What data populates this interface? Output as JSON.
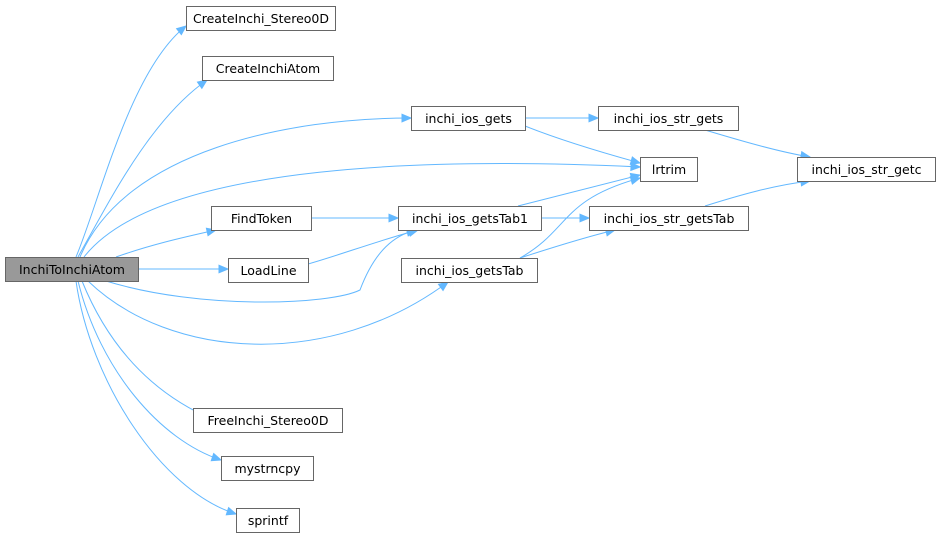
{
  "graph": {
    "edge_color": "#63b8ff",
    "root_fill": "#999999",
    "node_fill": "#ffffff",
    "node_border": "#666666",
    "nodes": [
      {
        "id": "root",
        "label": "InchiToInchiAtom",
        "root": true
      },
      {
        "id": "cis0d",
        "label": "CreateInchi_Stereo0D"
      },
      {
        "id": "cia",
        "label": "CreateInchiAtom"
      },
      {
        "id": "iig",
        "label": "inchi_ios_gets"
      },
      {
        "id": "iisg",
        "label": "inchi_ios_str_gets"
      },
      {
        "id": "lrt",
        "label": "lrtrim"
      },
      {
        "id": "iisgc",
        "label": "inchi_ios_str_getc"
      },
      {
        "id": "ft",
        "label": "FindToken"
      },
      {
        "id": "iigt1",
        "label": "inchi_ios_getsTab1"
      },
      {
        "id": "iisgt",
        "label": "inchi_ios_str_getsTab"
      },
      {
        "id": "ll",
        "label": "LoadLine"
      },
      {
        "id": "iigt",
        "label": "inchi_ios_getsTab"
      },
      {
        "id": "fis0d",
        "label": "FreeInchi_Stereo0D"
      },
      {
        "id": "msc",
        "label": "mystrncpy"
      },
      {
        "id": "spf",
        "label": "sprintf"
      }
    ],
    "edges": [
      {
        "from": "root",
        "to": "cis0d"
      },
      {
        "from": "root",
        "to": "cia"
      },
      {
        "from": "root",
        "to": "iig"
      },
      {
        "from": "root",
        "to": "lrt"
      },
      {
        "from": "root",
        "to": "ft"
      },
      {
        "from": "root",
        "to": "ll"
      },
      {
        "from": "root",
        "to": "iigt1"
      },
      {
        "from": "root",
        "to": "iigt"
      },
      {
        "from": "root",
        "to": "fis0d"
      },
      {
        "from": "root",
        "to": "msc"
      },
      {
        "from": "root",
        "to": "spf"
      },
      {
        "from": "iig",
        "to": "iisg"
      },
      {
        "from": "iig",
        "to": "lrt"
      },
      {
        "from": "iisg",
        "to": "iisgc"
      },
      {
        "from": "ft",
        "to": "iigt1"
      },
      {
        "from": "ll",
        "to": "iigt1"
      },
      {
        "from": "iigt1",
        "to": "lrt"
      },
      {
        "from": "iigt1",
        "to": "iisgt"
      },
      {
        "from": "iisgt",
        "to": "iisgc"
      },
      {
        "from": "iigt",
        "to": "lrt"
      },
      {
        "from": "iigt",
        "to": "iisgt"
      }
    ]
  }
}
